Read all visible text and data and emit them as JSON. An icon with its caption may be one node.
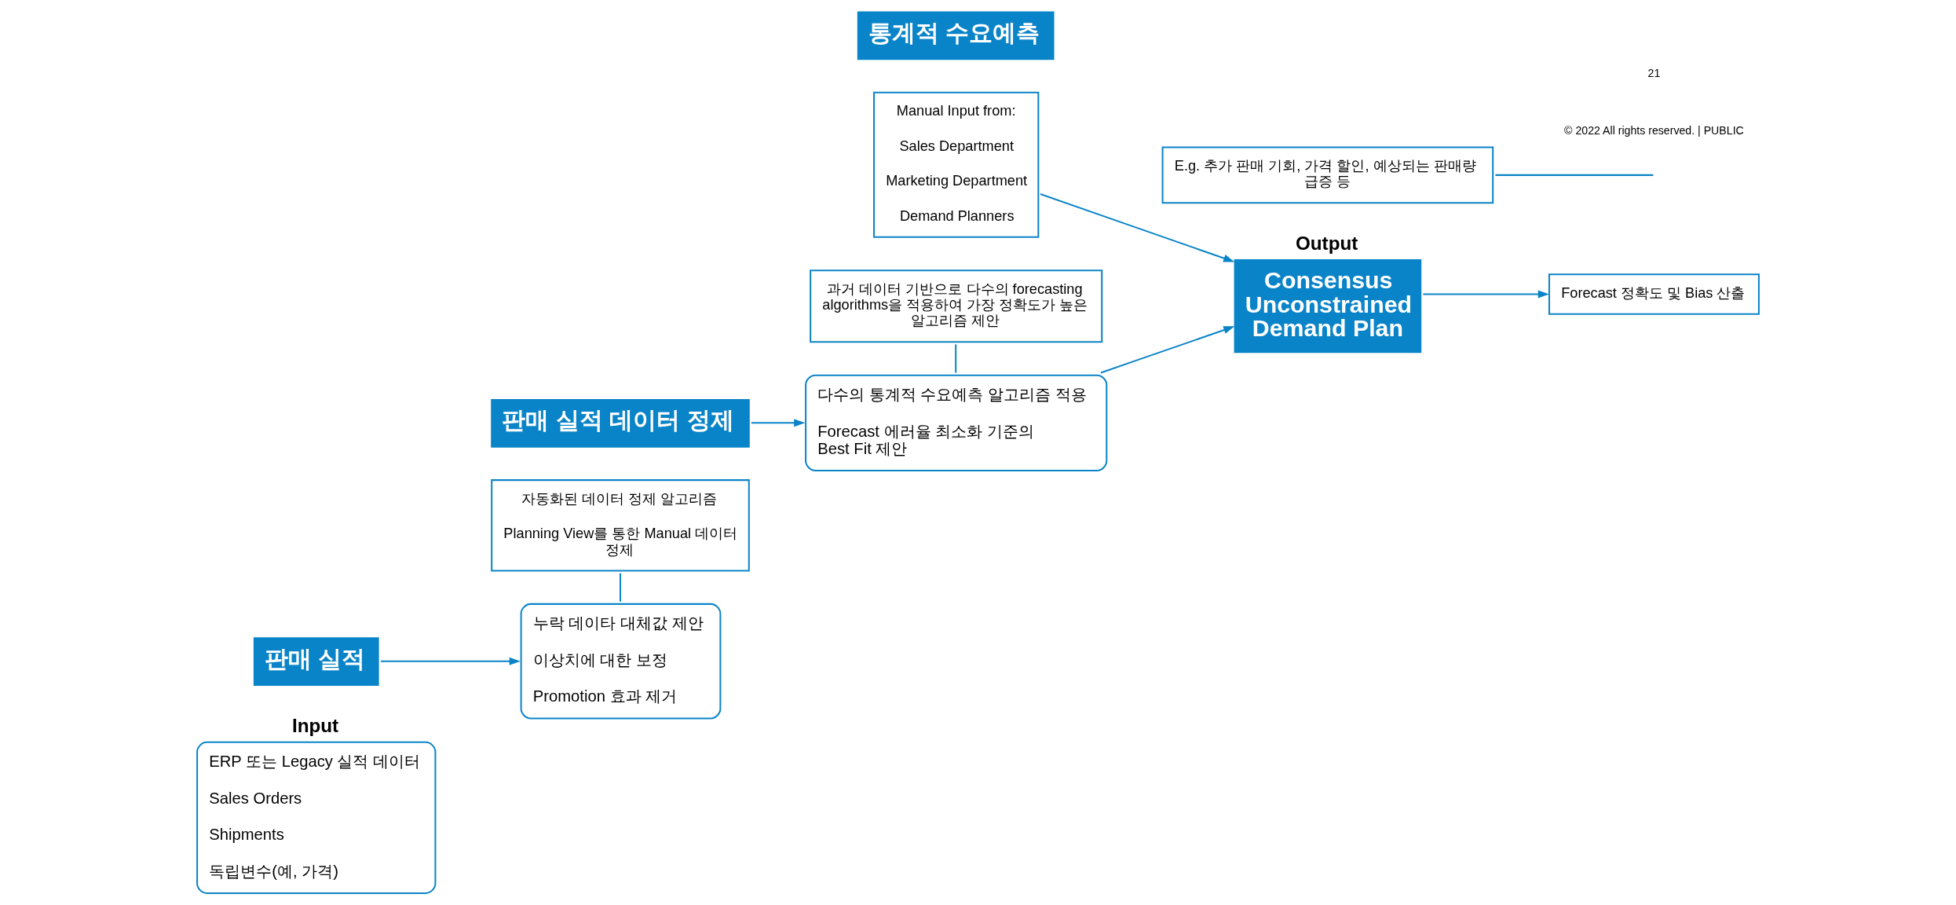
{
  "diagram": {
    "nodes": [
      {
        "text": [
          "ERP 또는 Legacy 실적 데이터",
          "Sales Orders",
          "Shipments",
          "독립변수(예, 가격)"
        ],
        "beside": [
          "Input"
        ]
      },
      {
        "text": [
          "판매 실적"
        ]
      },
      {
        "text": [
          "누락 데이타 대체값 제안",
          "이상치에 대한 보정",
          "Promotion 효과 제거"
        ]
      },
      {
        "text": [
          "판매 실적 데이터 정제"
        ]
      },
      {
        "text": [
          "자동화된 데이터 정제 알고리즘",
          "Planning View를 통한 Manual 데이터 정제"
        ]
      },
      {
        "text": [
          "다수의 통계적 수요예측 알고리즘 적용",
          "Forecast 에러율 최소화 기준의 Best Fit 제안"
        ]
      },
      {
        "text": [
          "통계적 수요예측"
        ]
      },
      {
        "text": [
          "과거 데이터 기반으로 다수의 forecasting algorithms을 적용하여 가장 정확도가 높은 알고리즘 제안"
        ]
      },
      {
        "text": [
          "Consensus Unconstrained Demand Plan"
        ],
        "beside": [
          "Output"
        ]
      },
      {
        "text": [
          "Forecast 정확도 및 Bias 산출"
        ]
      },
      {
        "text": [
          "Manual Input from:",
          "Sales Department",
          "Marketing Department",
          "Demand Planners"
        ]
      },
      {
        "text": [
          "E.g. 추가 판매 기회, 가격 할인, 예상되는 판매량 급증 등"
        ]
      }
    ],
    "edges": [
      {
        "from": 1,
        "to": 2,
        "arrow": "to"
      },
      {
        "from": 3,
        "to": 5,
        "arrow": "to"
      },
      {
        "from": 5,
        "to": 8,
        "arrow": "to"
      },
      {
        "from": 10,
        "to": 8,
        "arrow": "to"
      },
      {
        "from": 8,
        "to": 9,
        "arrow": "to"
      },
      {
        "from": 4,
        "to": 2,
        "arrow": "none"
      },
      {
        "from": 7,
        "to": 5,
        "arrow": "none"
      },
      {
        "from": 11,
        "to": null,
        "arrow": "none"
      }
    ],
    "labels": [
      "© 2022 All rights reserved. | PUBLIC",
      "21"
    ]
  }
}
